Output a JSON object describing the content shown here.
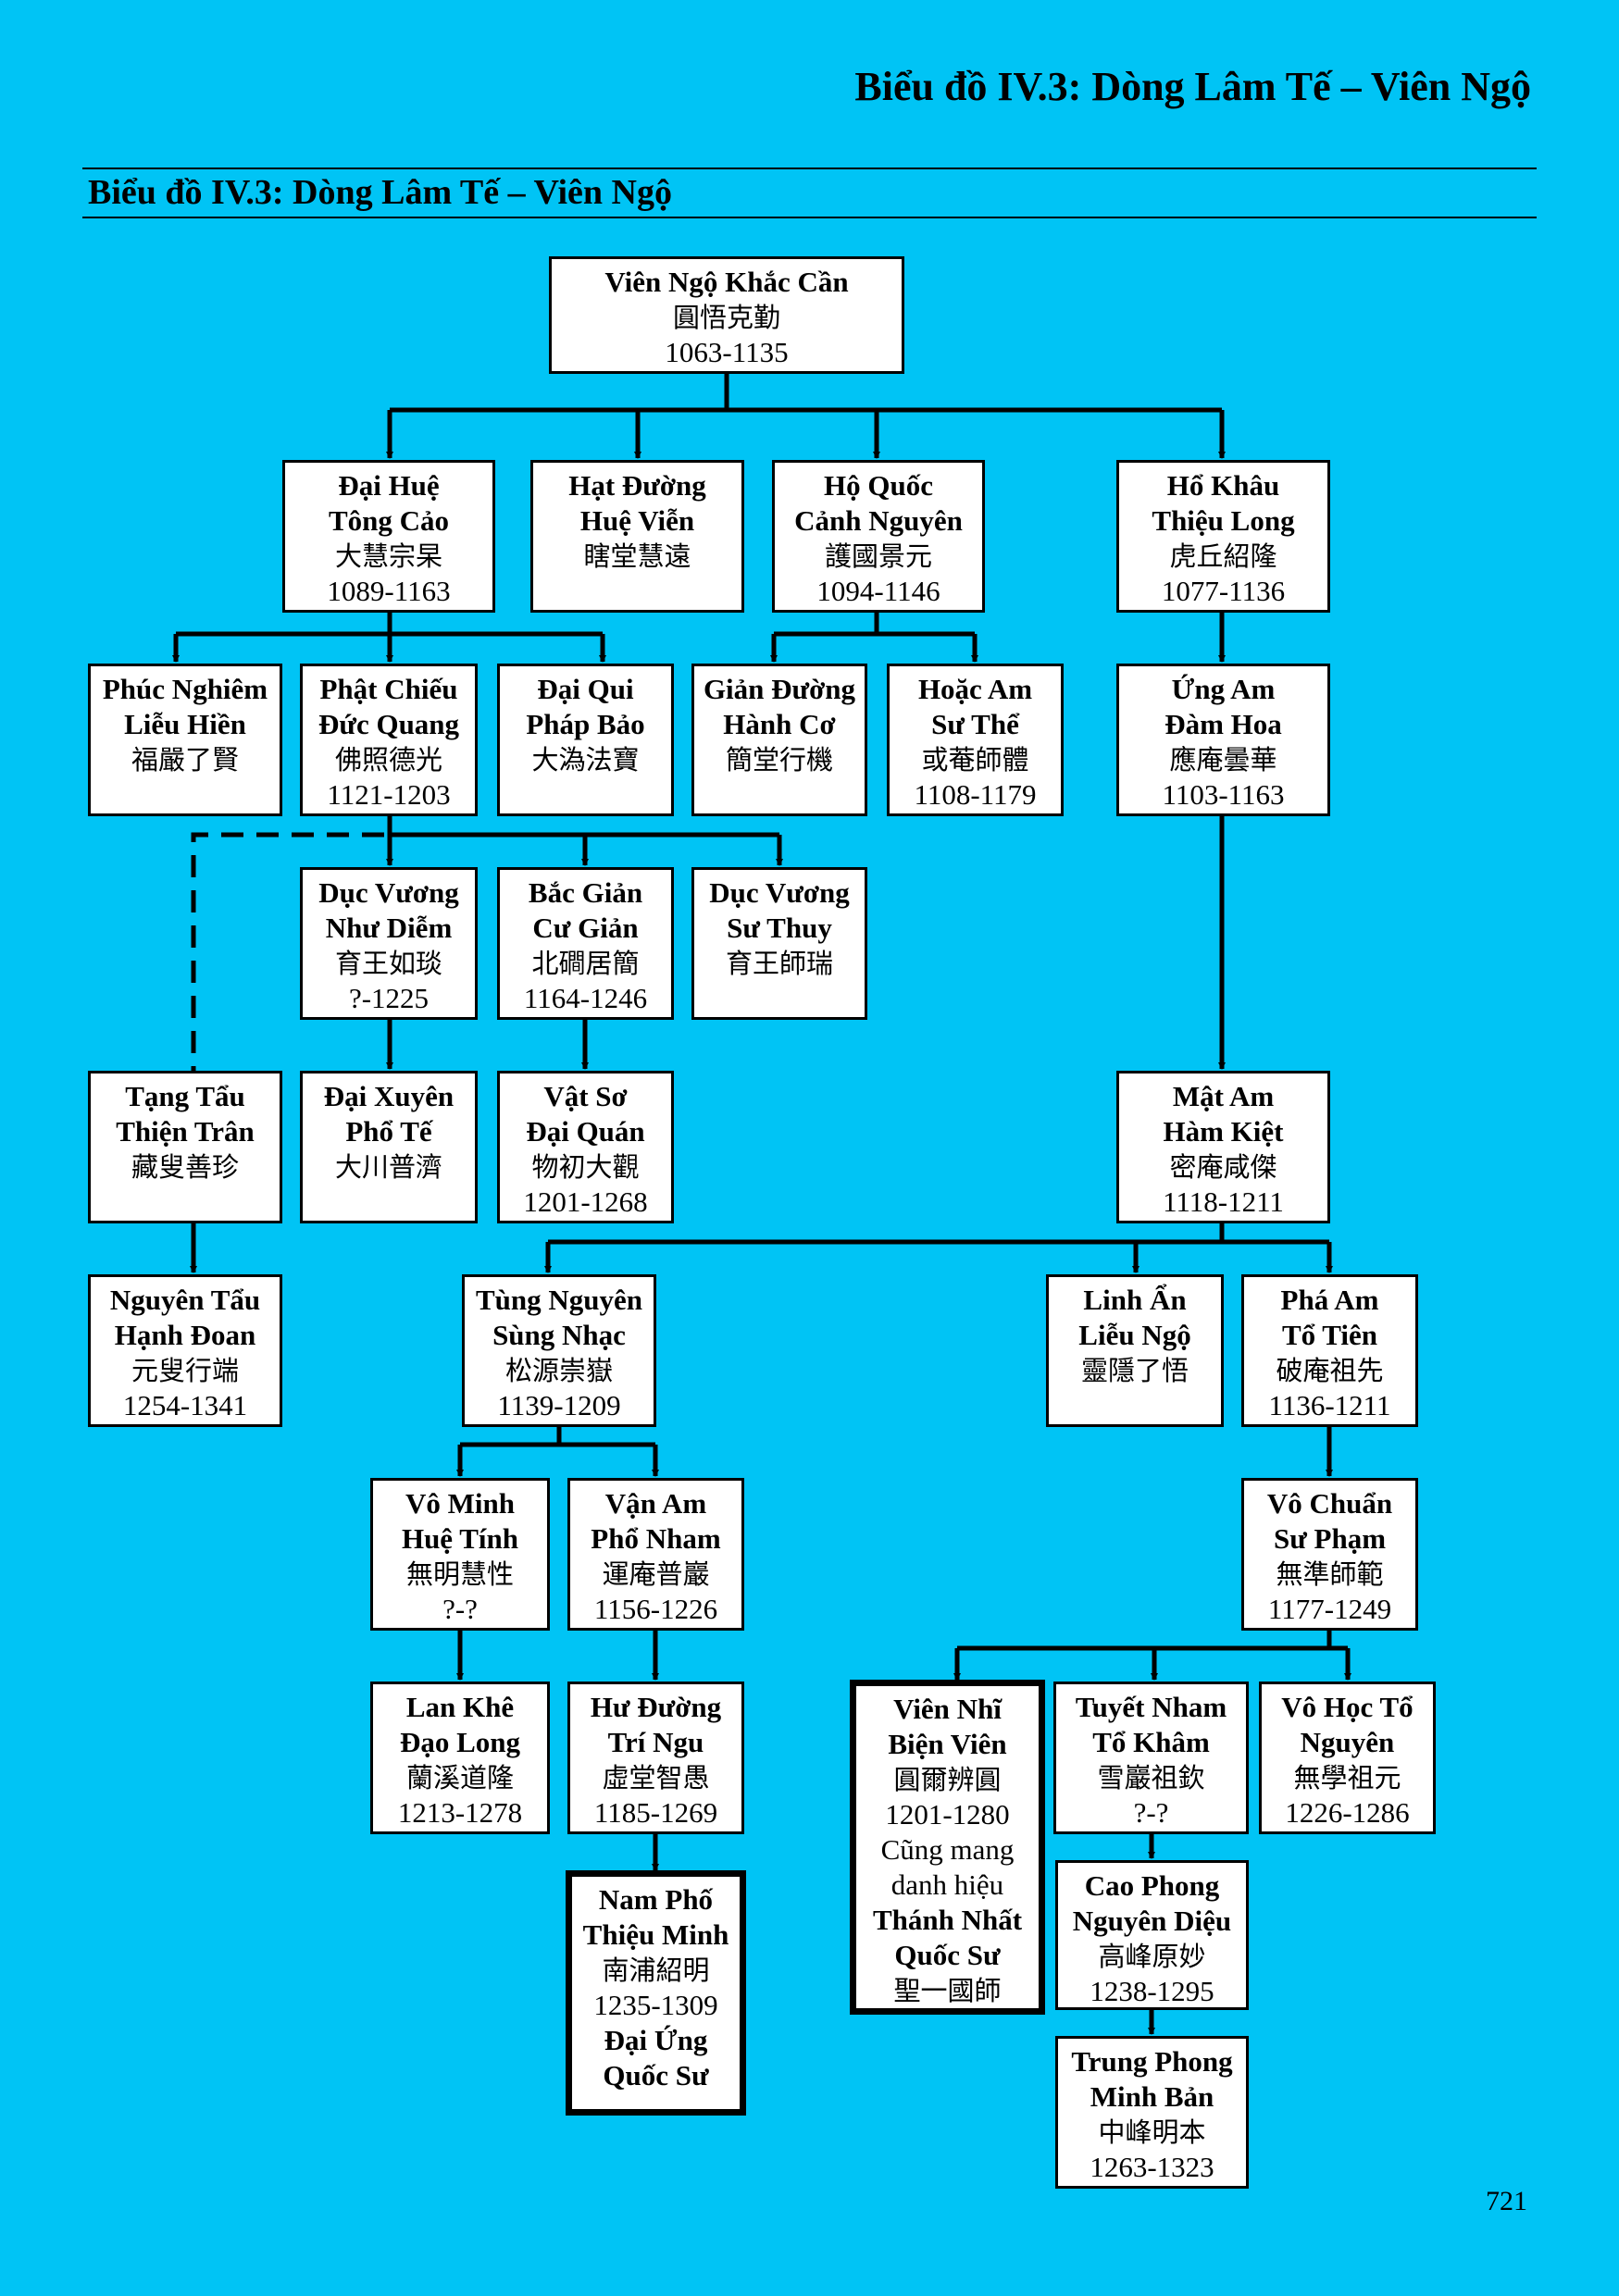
{
  "header": {
    "title": "Biểu đồ IV.3: Dòng Lâm Tế – Viên Ngộ"
  },
  "section": {
    "title": "Biểu đồ IV.3: Dòng Lâm Tế – Viên Ngộ"
  },
  "page_number": "721",
  "nodes": {
    "vien-ngo": [
      {
        "t": "Viên Ngộ Khắc Cần",
        "b": 1
      },
      {
        "t": "圓悟克勤",
        "h": 1
      },
      {
        "t": "1063-1135"
      }
    ],
    "dai-hue": [
      {
        "t": "Đại Huệ",
        "b": 1
      },
      {
        "t": "Tông Cảo",
        "b": 1
      },
      {
        "t": "大慧宗杲",
        "h": 1
      },
      {
        "t": "1089-1163"
      }
    ],
    "hat-duong": [
      {
        "t": "Hạt Đường",
        "b": 1
      },
      {
        "t": "Huệ Viễn",
        "b": 1
      },
      {
        "t": "瞎堂慧遠",
        "h": 1
      }
    ],
    "ho-quoc": [
      {
        "t": "Hộ Quốc",
        "b": 1
      },
      {
        "t": "Cảnh Nguyên",
        "b": 1
      },
      {
        "t": "護國景元",
        "h": 1
      },
      {
        "t": "1094-1146"
      }
    ],
    "ho-khau": [
      {
        "t": "Hổ Khâu",
        "b": 1
      },
      {
        "t": "Thiệu Long",
        "b": 1
      },
      {
        "t": "虎丘紹隆",
        "h": 1
      },
      {
        "t": "1077-1136"
      }
    ],
    "phuc-nghiem": [
      {
        "t": "Phúc Nghiêm",
        "b": 1
      },
      {
        "t": "Liễu Hiền",
        "b": 1
      },
      {
        "t": "福嚴了賢",
        "h": 1
      }
    ],
    "phat-chieu": [
      {
        "t": "Phật Chiếu",
        "b": 1
      },
      {
        "t": "Đức Quang",
        "b": 1
      },
      {
        "t": "佛照德光",
        "h": 1
      },
      {
        "t": "1121-1203"
      }
    ],
    "dai-qui": [
      {
        "t": "Đại Qui",
        "b": 1
      },
      {
        "t": "Pháp Bảo",
        "b": 1
      },
      {
        "t": "大溈法寶",
        "h": 1
      }
    ],
    "gian-duong": [
      {
        "t": "Giản Đường",
        "b": 1
      },
      {
        "t": "Hành Cơ",
        "b": 1
      },
      {
        "t": "簡堂行機",
        "h": 1
      }
    ],
    "hoac-am": [
      {
        "t": "Hoặc Am",
        "b": 1
      },
      {
        "t": "Sư Thể",
        "b": 1
      },
      {
        "t": "或菴師體",
        "h": 1
      },
      {
        "t": "1108-1179"
      }
    ],
    "ung-am": [
      {
        "t": "Ứng Am",
        "b": 1
      },
      {
        "t": "Đàm Hoa",
        "b": 1
      },
      {
        "t": "應庵曇華",
        "h": 1
      },
      {
        "t": "1103-1163"
      }
    ],
    "duc-vuong-nhu-diem": [
      {
        "t": "Dục Vương",
        "b": 1
      },
      {
        "t": "Như Diễm",
        "b": 1
      },
      {
        "t": "育王如琰",
        "h": 1
      },
      {
        "t": "?-1225"
      }
    ],
    "bac-gian": [
      {
        "t": "Bắc Giản",
        "b": 1
      },
      {
        "t": "Cư Giản",
        "b": 1
      },
      {
        "t": "北磵居簡",
        "h": 1
      },
      {
        "t": "1164-1246"
      }
    ],
    "duc-vuong-su-thuy": [
      {
        "t": "Dục Vương",
        "b": 1
      },
      {
        "t": "Sư Thuy",
        "b": 1
      },
      {
        "t": "育王師瑞",
        "h": 1
      }
    ],
    "tang-tau": [
      {
        "t": "Tạng Tẩu",
        "b": 1
      },
      {
        "t": "Thiện Trân",
        "b": 1
      },
      {
        "t": "藏叟善珍",
        "h": 1
      }
    ],
    "dai-xuyen": [
      {
        "t": "Đại Xuyên",
        "b": 1
      },
      {
        "t": "Phổ Tế",
        "b": 1
      },
      {
        "t": "大川普濟",
        "h": 1
      }
    ],
    "vat-so": [
      {
        "t": "Vật Sơ",
        "b": 1
      },
      {
        "t": "Đại Quán",
        "b": 1
      },
      {
        "t": "物初大觀",
        "h": 1
      },
      {
        "t": "1201-1268"
      }
    ],
    "mat-am": [
      {
        "t": "Mật Am",
        "b": 1
      },
      {
        "t": "Hàm Kiệt",
        "b": 1
      },
      {
        "t": "密庵咸傑",
        "h": 1
      },
      {
        "t": "1118-1211"
      }
    ],
    "nguyen-tau": [
      {
        "t": "Nguyên Tẩu",
        "b": 1
      },
      {
        "t": "Hạnh Đoan",
        "b": 1
      },
      {
        "t": "元叟行端",
        "h": 1
      },
      {
        "t": "1254-1341"
      }
    ],
    "tung-nguyen": [
      {
        "t": "Tùng Nguyên",
        "b": 1
      },
      {
        "t": "Sùng Nhạc",
        "b": 1
      },
      {
        "t": "松源崇嶽",
        "h": 1
      },
      {
        "t": "1139-1209"
      }
    ],
    "linh-an": [
      {
        "t": "Linh Ẩn",
        "b": 1
      },
      {
        "t": "Liễu Ngộ",
        "b": 1
      },
      {
        "t": "靈隱了悟",
        "h": 1
      }
    ],
    "pha-am": [
      {
        "t": "Phá Am",
        "b": 1
      },
      {
        "t": "Tổ Tiên",
        "b": 1
      },
      {
        "t": "破庵祖先",
        "h": 1
      },
      {
        "t": "1136-1211"
      }
    ],
    "vo-minh": [
      {
        "t": "Vô Minh",
        "b": 1
      },
      {
        "t": "Huệ Tính",
        "b": 1
      },
      {
        "t": "無明慧性",
        "h": 1
      },
      {
        "t": "?-?"
      }
    ],
    "van-am": [
      {
        "t": "Vận Am",
        "b": 1
      },
      {
        "t": "Phổ Nham",
        "b": 1
      },
      {
        "t": "運庵普巖",
        "h": 1
      },
      {
        "t": "1156-1226"
      }
    ],
    "vo-chuan": [
      {
        "t": "Vô Chuẩn",
        "b": 1
      },
      {
        "t": "Sư Phạm",
        "b": 1
      },
      {
        "t": "無準師範",
        "h": 1
      },
      {
        "t": "1177-1249"
      }
    ],
    "lan-khe": [
      {
        "t": "Lan Khê",
        "b": 1
      },
      {
        "t": "Đạo Long",
        "b": 1
      },
      {
        "t": "蘭溪道隆",
        "h": 1
      },
      {
        "t": "1213-1278"
      }
    ],
    "hu-duong": [
      {
        "t": "Hư Đường",
        "b": 1
      },
      {
        "t": "Trí Ngu",
        "b": 1
      },
      {
        "t": "虛堂智愚",
        "h": 1
      },
      {
        "t": "1185-1269"
      }
    ],
    "vien-nhi": [
      {
        "t": "Viên Nhĩ",
        "b": 1
      },
      {
        "t": "Biện Viên",
        "b": 1
      },
      {
        "t": "圓爾辨圓",
        "h": 1
      },
      {
        "t": "1201-1280"
      },
      {
        "t": "Cũng mang"
      },
      {
        "t": "danh hiệu"
      },
      {
        "t": "Thánh Nhất",
        "b": 1
      },
      {
        "t": "Quốc Sư",
        "b": 1
      },
      {
        "t": "聖一國師",
        "h": 1
      }
    ],
    "tuyet-nham": [
      {
        "t": "Tuyết Nham",
        "b": 1
      },
      {
        "t": "Tổ Khâm",
        "b": 1
      },
      {
        "t": "雪巖祖欽",
        "h": 1
      },
      {
        "t": "?-?"
      }
    ],
    "vo-hoc": [
      {
        "t": "Vô Học Tổ",
        "b": 1
      },
      {
        "t": "Nguyên",
        "b": 1
      },
      {
        "t": "無學祖元",
        "h": 1
      },
      {
        "t": "1226-1286"
      }
    ],
    "nam-pho": [
      {
        "t": "Nam Phố",
        "b": 1
      },
      {
        "t": "Thiệu Minh",
        "b": 1
      },
      {
        "t": "南浦紹明",
        "h": 1
      },
      {
        "t": "1235-1309"
      },
      {
        "t": "Đại Ứng",
        "b": 1
      },
      {
        "t": "Quốc Sư",
        "b": 1
      }
    ],
    "cao-phong": [
      {
        "t": "Cao Phong",
        "b": 1
      },
      {
        "t": "Nguyên Diệu",
        "b": 1
      },
      {
        "t": "高峰原妙",
        "h": 1
      },
      {
        "t": "1238-1295"
      }
    ],
    "trung-phong": [
      {
        "t": "Trung Phong",
        "b": 1
      },
      {
        "t": "Minh Bản",
        "b": 1
      },
      {
        "t": "中峰明本",
        "h": 1
      },
      {
        "t": "1263-1323"
      }
    ]
  }
}
